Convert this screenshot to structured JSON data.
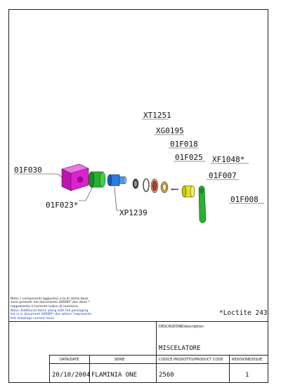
{
  "parts": {
    "p01F030": "01F030",
    "p01F023": "01F023*",
    "pXP1239": "XP1239",
    "pXT1251": "XT1251",
    "pXG0195": "XG0195",
    "p01F018": "01F018",
    "p01F025": "01F025",
    "pXF1048": "XF1048*",
    "p01F007": "01F007",
    "p01F008": "01F008"
  },
  "notes": {
    "italian": [
      "Nota: I componenti aggiuntivi e la di stinta base",
      "sono presenti nel documento 26RDR*.doc dove *",
      "rappresenta il corrente indice di revisione."
    ],
    "english": [
      "Note: Additional items along with full packaging",
      "list is in document 26RDR*.doc where *represents",
      "this drawings current issue."
    ]
  },
  "loctite": "*Loctite 243",
  "title_block": {
    "description_label": "DESCRIZIONE/description",
    "description": "MISCELATORE",
    "date_label": "DATA/DATE",
    "date": "20/10/2004",
    "series_label": "SERIE",
    "series": "FLAMINIA ONE",
    "code_label": "CODICE PRODOTTO/PRODUCT CODE",
    "code": "2560",
    "revision_label": "REVISIONE/ISSUE",
    "revision": "1"
  },
  "colors": {
    "magenta": "#e020d0",
    "green": "#28b030",
    "blue": "#2a7de0",
    "yellow": "#e8e020",
    "orange": "#d89a40",
    "red": "#c03030"
  }
}
